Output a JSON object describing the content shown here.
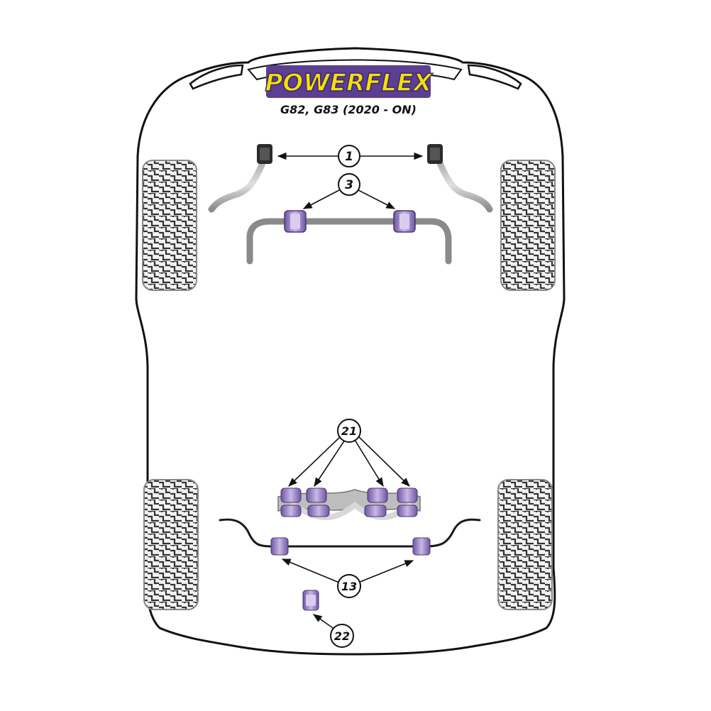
{
  "brand": {
    "logo_text": "POWERFLEX",
    "model_text": "G82, G83 (2020 - ON)",
    "logo_fill": "#f5e100",
    "logo_stroke": "#6a4fa0"
  },
  "colors": {
    "bush": "#b7a3d6",
    "bush_dark": "#6a4f9e",
    "bar": "#8a8a8a",
    "tyre": "#3b3b3b"
  },
  "callouts": [
    {
      "id": "c1",
      "text": "1"
    },
    {
      "id": "c3",
      "text": "3"
    },
    {
      "id": "c21",
      "text": "21"
    },
    {
      "id": "c13",
      "text": "13"
    },
    {
      "id": "c22",
      "text": "22"
    }
  ]
}
